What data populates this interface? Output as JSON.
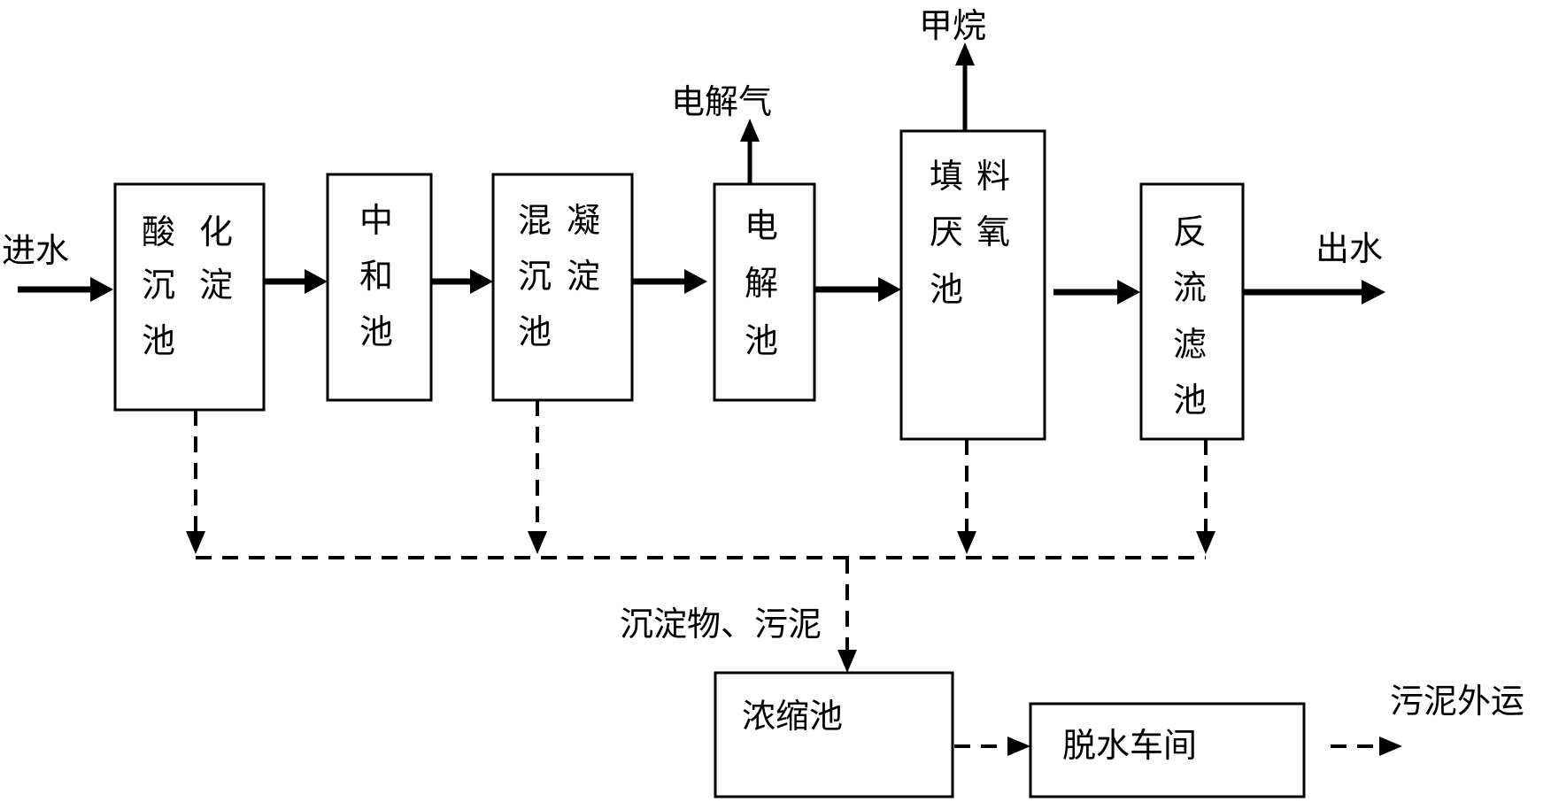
{
  "inputs": {
    "inflow": "进水",
    "outflow": "出水",
    "electrolysis_gas": "电解气",
    "methane": "甲烷",
    "sediment_sludge": "沉淀物、污泥",
    "sludge_out": "污泥外运"
  },
  "units": {
    "acidification": [
      "酸",
      "化",
      "沉",
      "淀",
      "池"
    ],
    "neutralization": [
      "中",
      "和",
      "池"
    ],
    "coagulation": [
      "混",
      "凝",
      "沉",
      "淀",
      "池"
    ],
    "electrolysis": [
      "电",
      "解",
      "池"
    ],
    "anaerobic": [
      "填",
      "料",
      "厌",
      "氧",
      "池"
    ],
    "backwash_filter": [
      "反",
      "流",
      "滤",
      "池"
    ],
    "thickener": "浓缩池",
    "dewatering": "脱水车间"
  }
}
